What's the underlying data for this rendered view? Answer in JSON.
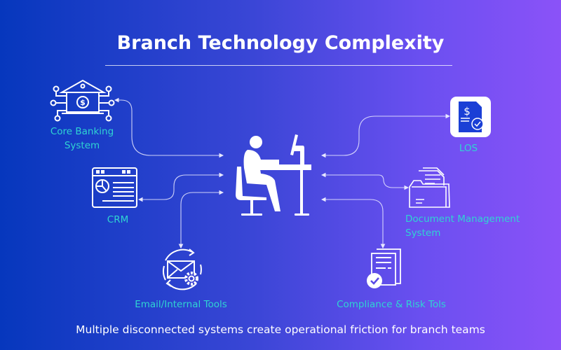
{
  "title": "Branch Technology Complexity",
  "footer": "Multiple disconnected systems create operational friction for branch teams",
  "systems": {
    "core_banking": {
      "line1": "Core Banking",
      "line2": "System",
      "icon": "bank-icon"
    },
    "crm": {
      "label": "CRM",
      "icon": "dashboard-window-icon"
    },
    "email": {
      "label": "Email/Internal Tools",
      "icon": "email-gear-icon"
    },
    "los": {
      "label": "LOS",
      "icon": "loan-document-icon"
    },
    "dms": {
      "line1": "Document Management",
      "line2": "System",
      "icon": "folder-document-icon"
    },
    "compliance": {
      "label": "Compliance & Risk Tols",
      "icon": "checked-document-icon"
    }
  },
  "center": {
    "icon": "person-at-desk-icon"
  },
  "colors": {
    "label": "#2fd4d2",
    "bg_start": "#0637bd",
    "bg_end": "#8b52f8",
    "los_icon": "#1a3fd6"
  }
}
